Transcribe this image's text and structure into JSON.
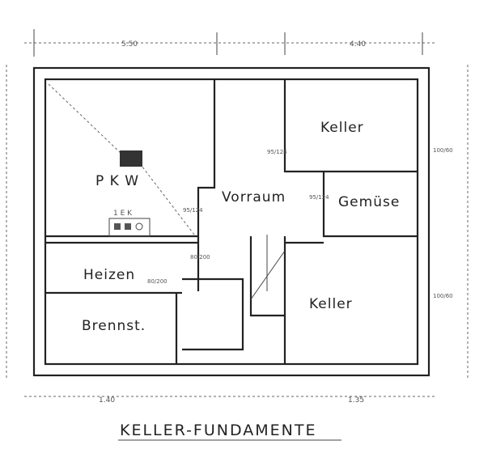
{
  "title": "KELLER-FUNDAMENTE",
  "rooms": {
    "pkw": "P K W",
    "vorraum": "Vorraum",
    "keller_top": "Keller",
    "gemuese": "Gemüse",
    "keller_bottom": "Keller",
    "heizen": "Heizen",
    "brennst": "Brennst."
  },
  "fixture_label": "1 E K",
  "dimensions": {
    "top_left": "5.50",
    "top_right": "4.40",
    "bottom_mid": "1.35",
    "bottom_left": "1.40"
  },
  "wall_openings": [
    "95/124",
    "95/124",
    "95/124",
    "80/200",
    "80/200",
    "100/60",
    "100/60"
  ]
}
